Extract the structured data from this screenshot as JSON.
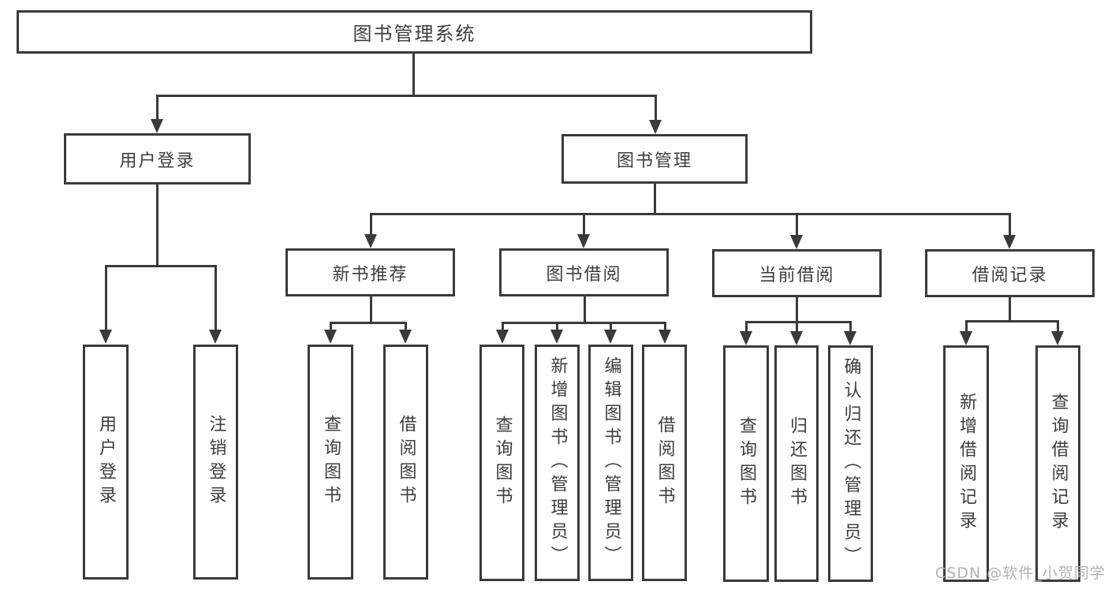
{
  "colors": {
    "line": "#3a3a3a",
    "text": "#3d3d3d",
    "watermark": "#b2b2b2",
    "background": "#ffffff"
  },
  "watermark": "CSDN @软件_小贺同学",
  "tree": {
    "root": {
      "label": "图书管理系统"
    },
    "user_login": {
      "label": "用户登录",
      "children": [
        {
          "label": "用户登录"
        },
        {
          "label": "注销登录"
        }
      ]
    },
    "book_mgmt": {
      "label": "图书管理",
      "children": {
        "new_book_rec": {
          "label": "新书推荐",
          "children": [
            {
              "label": "查询图书"
            },
            {
              "label": "借阅图书"
            }
          ]
        },
        "book_borrow": {
          "label": "图书借阅",
          "children": [
            {
              "label": "查询图书"
            },
            {
              "label": "新增图书（管理员）"
            },
            {
              "label": "编辑图书（管理员）"
            },
            {
              "label": "借阅图书"
            }
          ]
        },
        "current_borrow": {
          "label": "当前借阅",
          "children": [
            {
              "label": "查询图书"
            },
            {
              "label": "归还图书"
            },
            {
              "label": "确认归还（管理员）"
            }
          ]
        },
        "borrow_records": {
          "label": "借阅记录",
          "children": [
            {
              "label": "新增借阅记录"
            },
            {
              "label": "查询借阅记录"
            }
          ]
        }
      }
    }
  }
}
